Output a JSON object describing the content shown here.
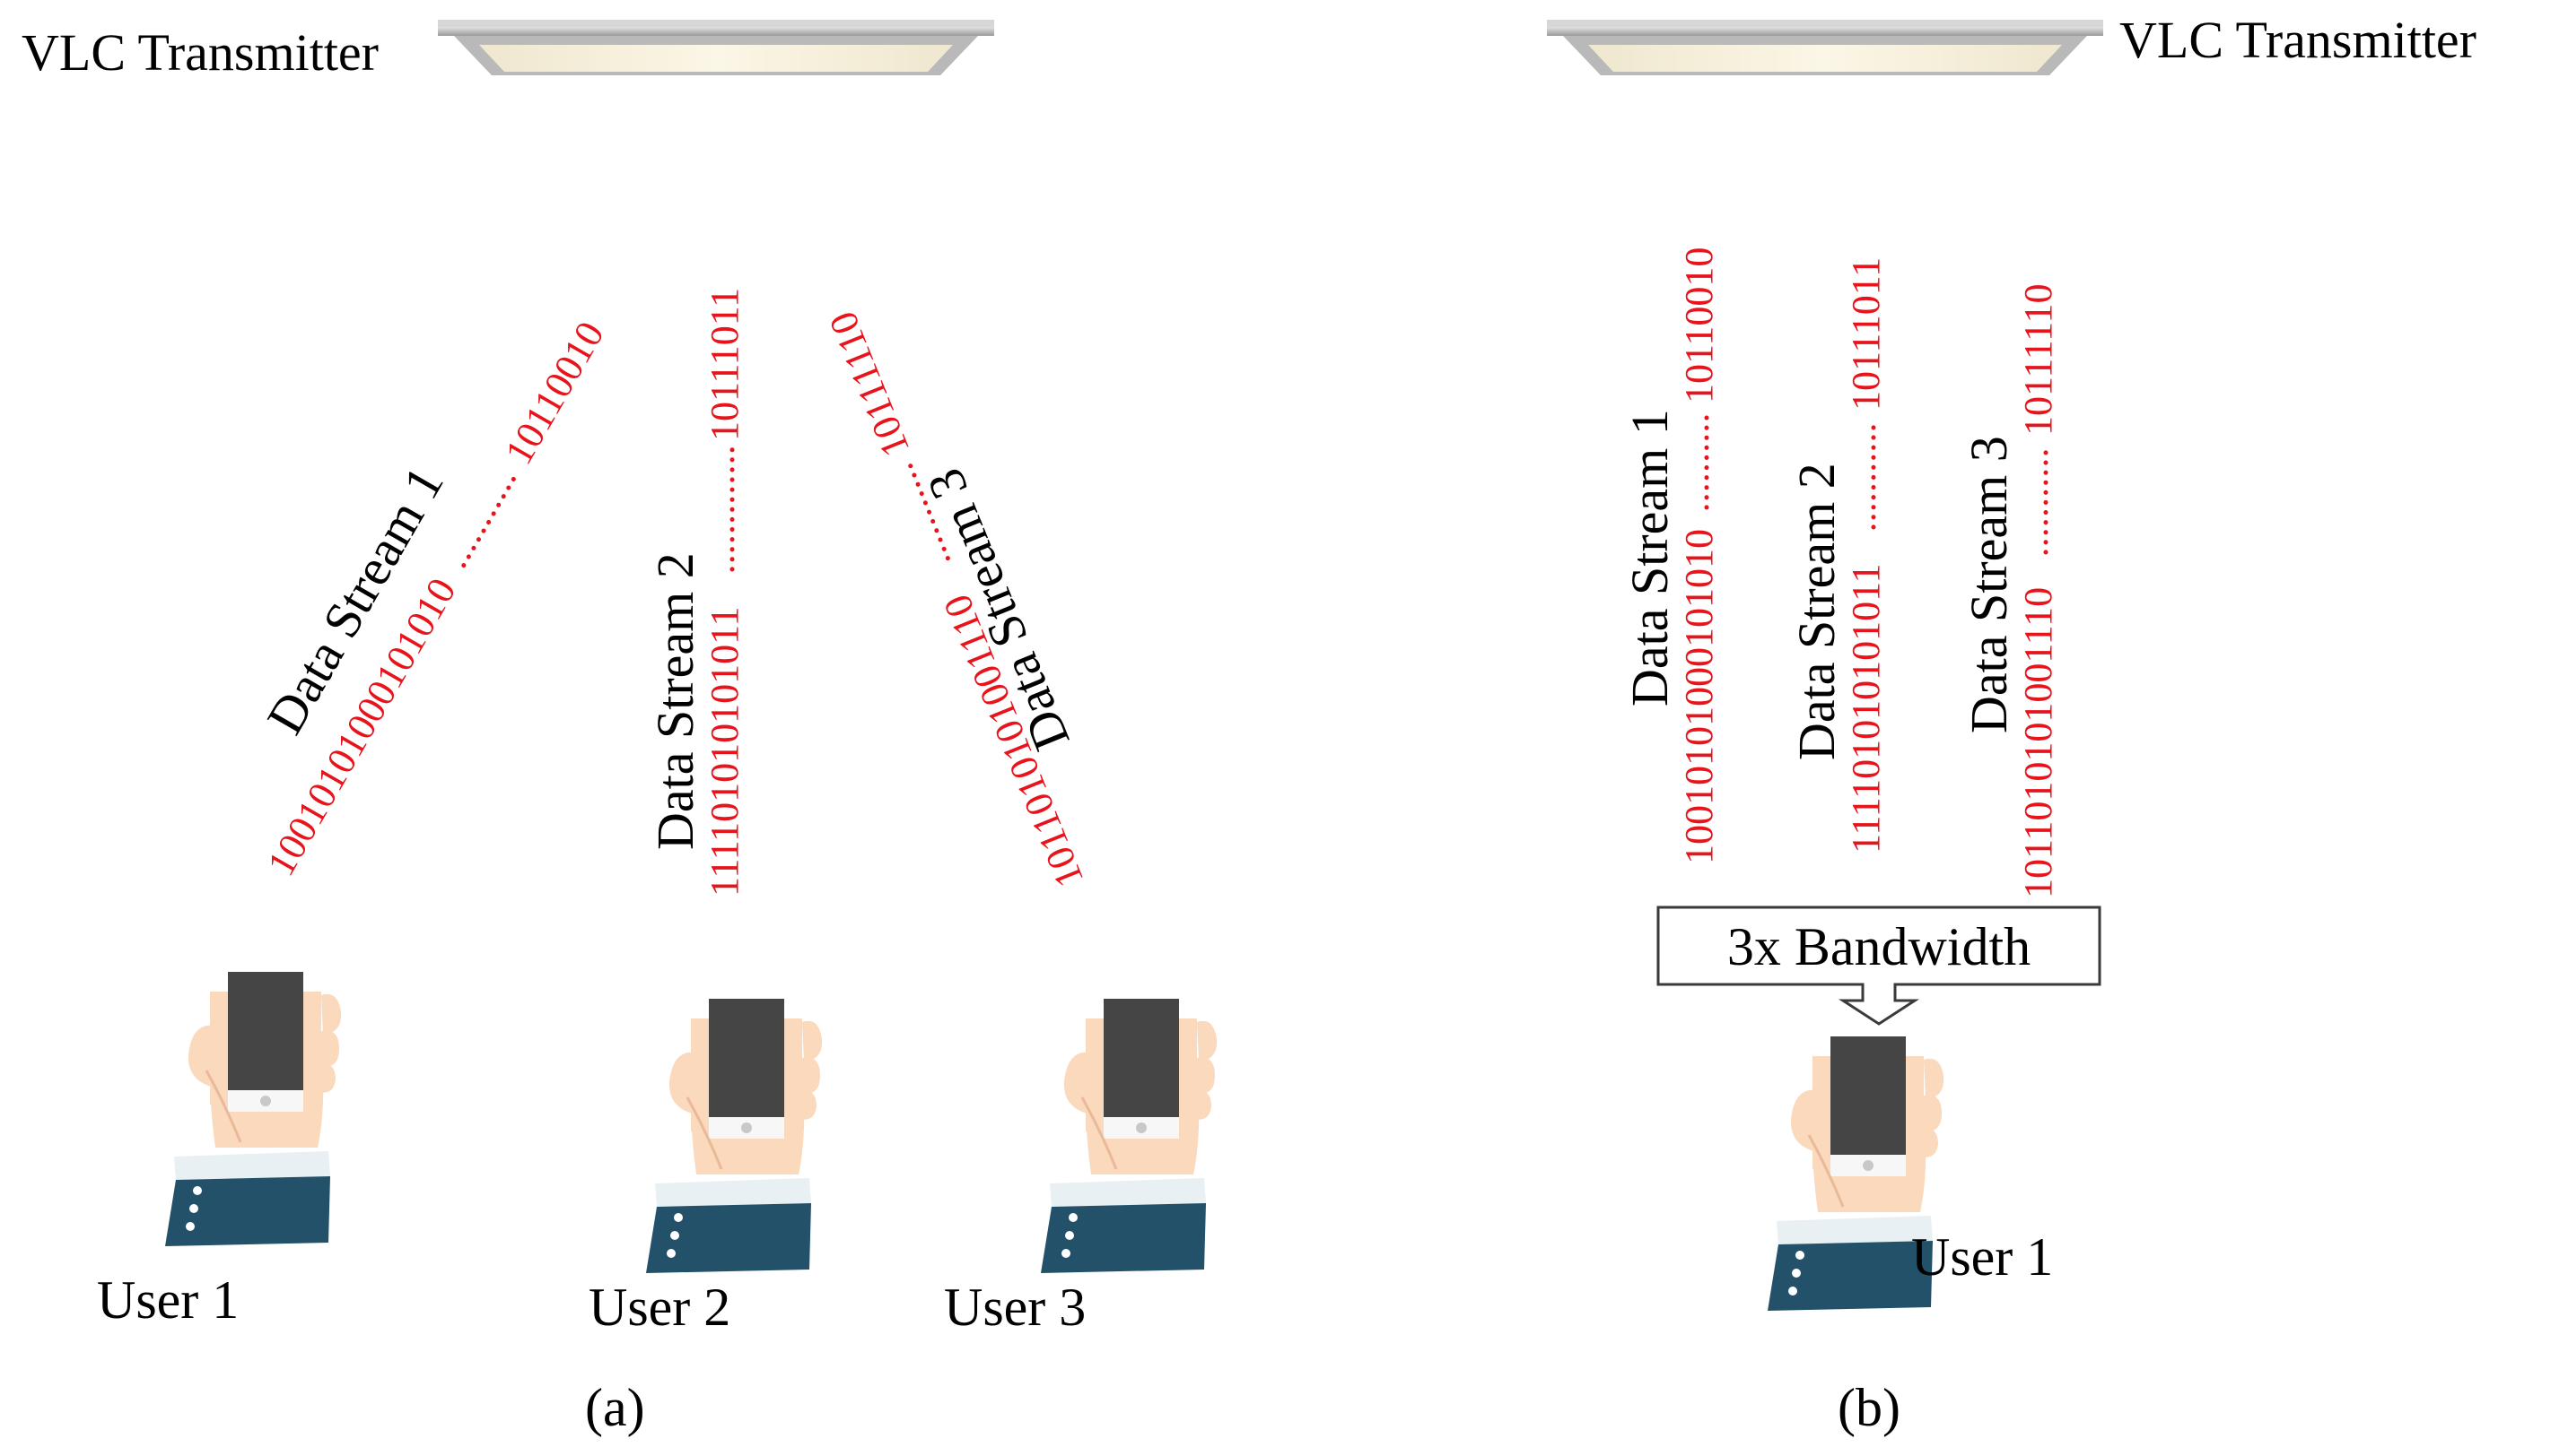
{
  "colors": {
    "bits": "#e8141c",
    "text": "#000000",
    "phone": "#454545",
    "sleeve": "#23516a",
    "skin": "#fbd9bd",
    "cuff": "#e9f0f3",
    "lamp_light": "#f6f0dc",
    "lamp_frame": "#a9a9a9"
  },
  "panel_a": {
    "transmitter_label": "VLC Transmitter",
    "caption": "(a)",
    "streams": [
      {
        "label": "Data Stream 1",
        "bits_near_user": "10010101000101010",
        "bits_near_tx": "10110010"
      },
      {
        "label": "Data Stream 2",
        "bits_near_user": "111101010101011",
        "bits_near_tx": "10111011"
      },
      {
        "label": "Data Stream 3",
        "bits_near_user": "1011010101001110",
        "bits_near_tx": "10111110"
      }
    ],
    "users": [
      "User 1",
      "User 2",
      "User 3"
    ]
  },
  "panel_b": {
    "transmitter_label": "VLC Transmitter",
    "caption": "(b)",
    "streams": [
      {
        "label": "Data Stream 1",
        "bits_near_user": "10010101000101010",
        "bits_near_tx": "10110010"
      },
      {
        "label": "Data Stream 2",
        "bits_near_user": "111101010101011",
        "bits_near_tx": "10111011"
      },
      {
        "label": "Data Stream 3",
        "bits_near_user": "1011010101001110",
        "bits_near_tx": "10111110"
      }
    ],
    "bandwidth_label": "3x Bandwidth",
    "user": "User 1"
  }
}
